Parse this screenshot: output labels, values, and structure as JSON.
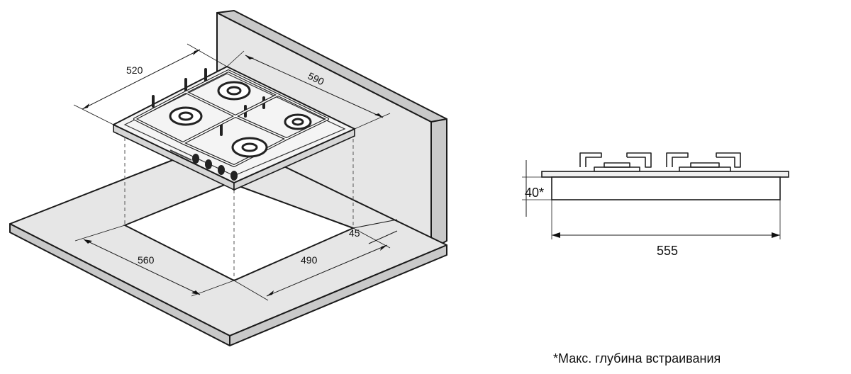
{
  "dimensions": {
    "hob_depth": "520",
    "hob_width": "590",
    "cutout_width": "560",
    "cutout_depth": "490",
    "wall_offset": "45",
    "side_width": "555",
    "builtin_depth": "40*"
  },
  "note": "*Макс. глубина встраивания"
}
